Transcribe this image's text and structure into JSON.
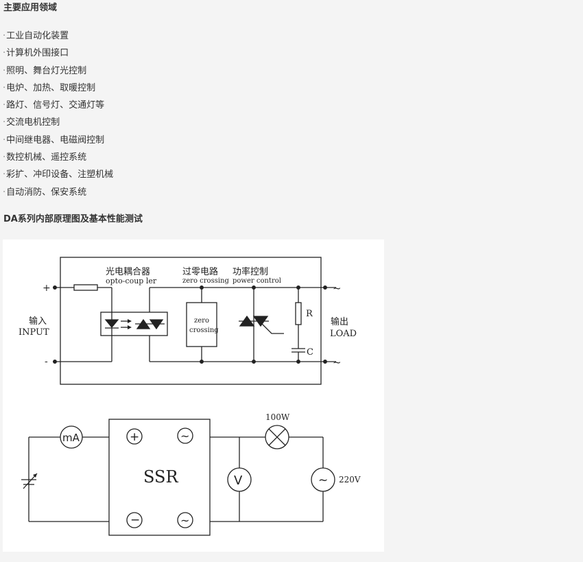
{
  "section1": {
    "title": "主要应用领域",
    "items": [
      "工业自动化装置",
      "计算机外围接口",
      "照明、舞台灯光控制",
      "电炉、加热、取暖控制",
      "路灯、信号灯、交通灯等",
      "交流电机控制",
      "中间继电器、电磁阀控制",
      "数控机械、遥控系统",
      "彩扩、冲印设备、注塑机械",
      "自动消防、保安系统"
    ],
    "bullet": "·"
  },
  "section2": {
    "title": "DA系列内部原理图及基本性能测试"
  },
  "circuit1": {
    "plus": "+",
    "minus": "-",
    "input_cn": "输入",
    "input_en": "INPUT",
    "opto_cn": "光电耦合器",
    "opto_en": "opto-coup ler",
    "zero_cn": "过零电路",
    "zero_en": "zero crossing",
    "zero_box_1": "zero",
    "zero_box_2": "crossing",
    "power_cn": "功率控制",
    "power_en": "power control",
    "r_label": "R",
    "c_label": "C",
    "tilde_top": "~",
    "tilde_bottom": "~",
    "output_cn": "输出",
    "output_en": "LOAD"
  },
  "circuit2": {
    "ma": "mA",
    "ssr": "SSR",
    "plus": "+",
    "minus": "−",
    "tilde": "~",
    "v": "V",
    "lamp": "100W",
    "source": "220V"
  }
}
